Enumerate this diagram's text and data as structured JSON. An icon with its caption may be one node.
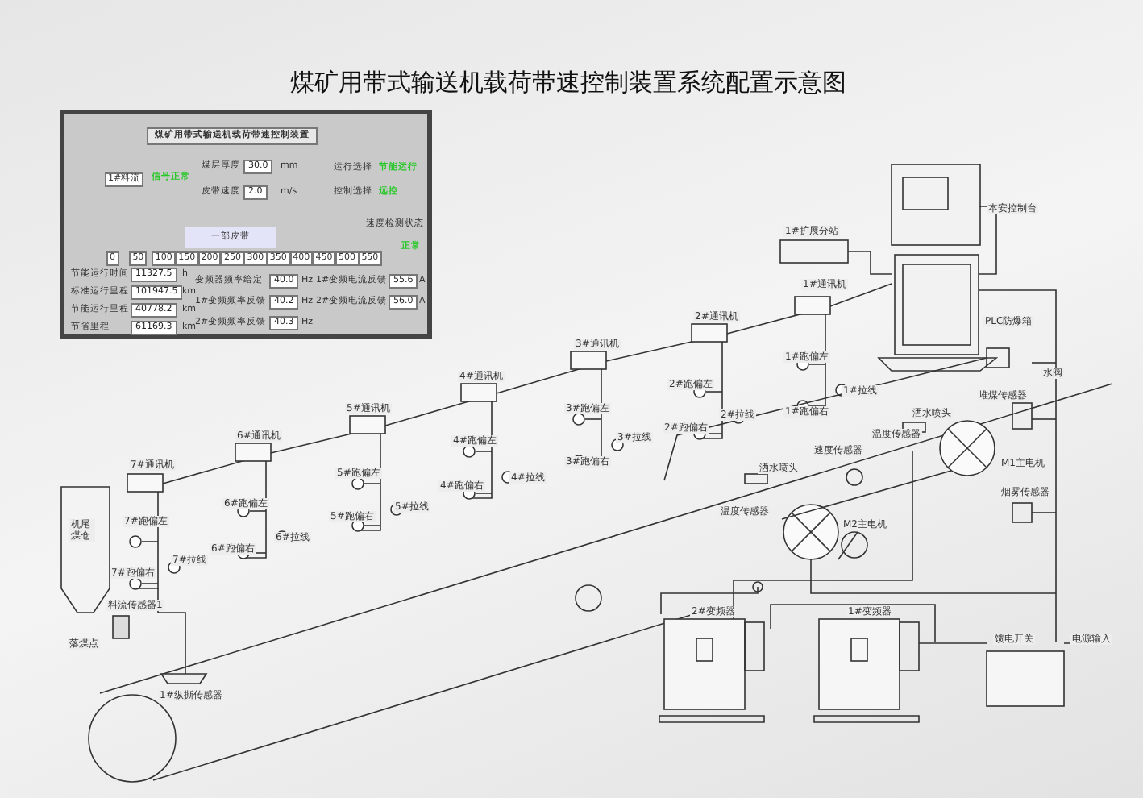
{
  "diagram": {
    "title": "煤矿用带式输送机载荷带速控制装置系统配置示意图",
    "labels": [
      "煤矿用带式输送机载荷带速控制装置",
      "1#料流",
      "信号正常",
      "煤层厚度",
      "30.0",
      "mm",
      "皮带速度",
      "2.0",
      "m/s",
      "运行选择",
      "节能运行",
      "控制选择",
      "远控",
      "一部皮带",
      "0",
      "50",
      "100",
      "150",
      "200",
      "250",
      "300",
      "350",
      "400",
      "450",
      "500",
      "550",
      "速度检测状态",
      "正常",
      "节能运行时间",
      "11327.5",
      "h",
      "标准运行里程",
      "101947.5",
      "km",
      "节能运行里程",
      "40778.2",
      "km",
      "节省里程",
      "61169.3",
      "km",
      "变频器频率给定",
      "40.0",
      "Hz",
      "1#变频频率反馈",
      "40.2",
      "Hz",
      "2#变频频率反馈",
      "40.3",
      "Hz",
      "1#变频电流反馈",
      "55.6",
      "A",
      "2#变频电流反馈",
      "56.0",
      "A",
      "本安控制台",
      "1#扩展分站",
      "1#通讯机",
      "2#通讯机",
      "1#跑偏左",
      "1#拉线",
      "1#跑偏右",
      "2#跑偏左",
      "2#跑偏右",
      "2#拉线",
      "3#通讯机",
      "3#跑偏左",
      "3#跑偏右",
      "3#拉线",
      "4#通讯机",
      "4#跑偏左",
      "4#拉线",
      "4#跑偏右",
      "5#通讯机",
      "5#跑偏左",
      "5#跑偏右",
      "5#拉线",
      "6#通讯机",
      "6#跑偏左",
      "6#跑偏右",
      "6#拉线",
      "7#通讯机",
      "7#跑偏左",
      "7#拉线",
      "7#跑偏右",
      "料流传感器1",
      "机尾煤仓",
      "落煤点",
      "1#纵撕传感器",
      "PLC防爆箱",
      "水阀",
      "堆煤传感器",
      "洒水喷头",
      "温度传感器",
      "速度传感器",
      "洒水喷头",
      "M1主电机",
      "烟雾传感器",
      "温度传感器",
      "M2主电机",
      "2#变频器",
      "1#变频器",
      "馈电开关",
      "电源输入"
    ]
  }
}
